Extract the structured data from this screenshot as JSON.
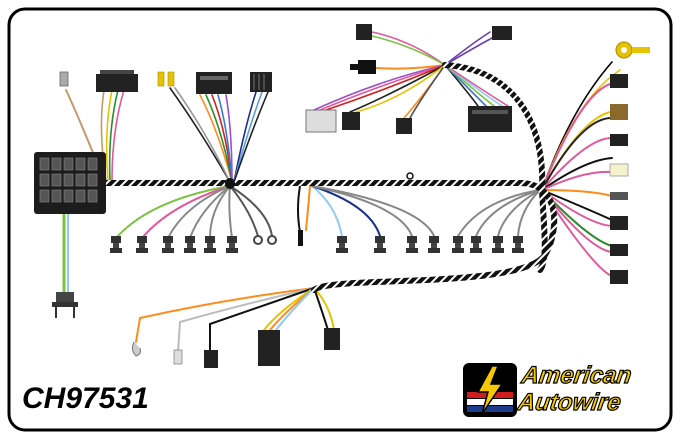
{
  "diagram": {
    "part_number": "CH97531",
    "brand": {
      "line1": "American",
      "line2": "Autowire"
    },
    "colors": {
      "harness": "#1a1a1a",
      "brand_yellow": "#f5c800",
      "brand_blue": "#1e3c8c",
      "brand_red": "#d01e1e"
    }
  }
}
